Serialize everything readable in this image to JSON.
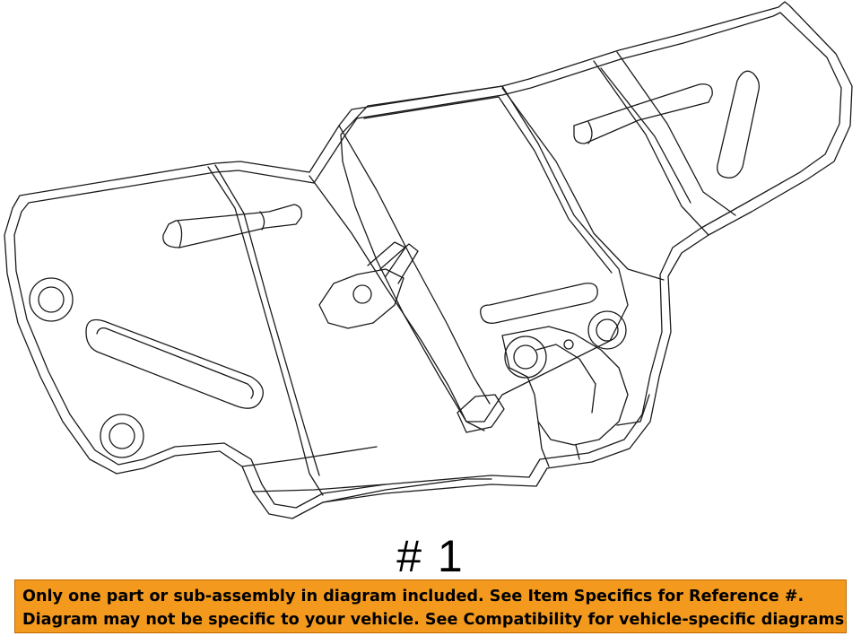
{
  "part_label": "# 1",
  "notice": {
    "line1": "Only one part or sub-assembly in diagram included. See Item Specifics for Reference #.",
    "line2": "Diagram may not be specific to your vehicle. See Compatibility for vehicle-specific diagrams."
  },
  "colors": {
    "notice_background": "#f39a1e",
    "notice_text": "#000000",
    "line_art": "#1a1a1a",
    "background": "#ffffff"
  }
}
